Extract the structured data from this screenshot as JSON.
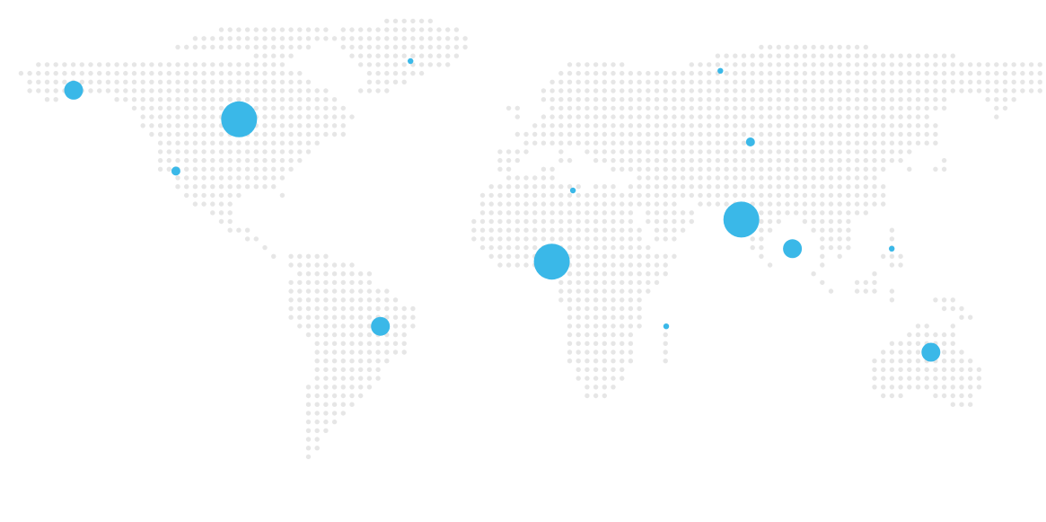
{
  "map": {
    "style": "dotted-world-map",
    "land_dot_color": "#e6e6e6",
    "marker_color": "#3ab8e8",
    "markers": [
      {
        "name": "marker-alaska",
        "lon": -150,
        "lat": 61,
        "size": "medium"
      },
      {
        "name": "marker-canada",
        "lon": -95,
        "lat": 52,
        "size": "large"
      },
      {
        "name": "marker-usa-west",
        "lon": -116,
        "lat": 36,
        "size": "small"
      },
      {
        "name": "marker-greenland",
        "lon": -38,
        "lat": 70,
        "size": "tiny"
      },
      {
        "name": "marker-south-america",
        "lon": -48,
        "lat": -12,
        "size": "medium"
      },
      {
        "name": "marker-north-africa",
        "lon": 16,
        "lat": 30,
        "size": "tiny"
      },
      {
        "name": "marker-west-central-africa",
        "lon": 9,
        "lat": 8,
        "size": "large"
      },
      {
        "name": "marker-madagascar",
        "lon": 47,
        "lat": -12,
        "size": "tiny"
      },
      {
        "name": "marker-russia-north",
        "lon": 65,
        "lat": 67,
        "size": "tiny"
      },
      {
        "name": "marker-central-asia",
        "lon": 75,
        "lat": 45,
        "size": "small"
      },
      {
        "name": "marker-india",
        "lon": 72,
        "lat": 21,
        "size": "large"
      },
      {
        "name": "marker-bangladesh",
        "lon": 89,
        "lat": 12,
        "size": "medium"
      },
      {
        "name": "marker-philippines",
        "lon": 122,
        "lat": 12,
        "size": "tiny"
      },
      {
        "name": "marker-australia",
        "lon": 135,
        "lat": -20,
        "size": "medium"
      }
    ]
  }
}
